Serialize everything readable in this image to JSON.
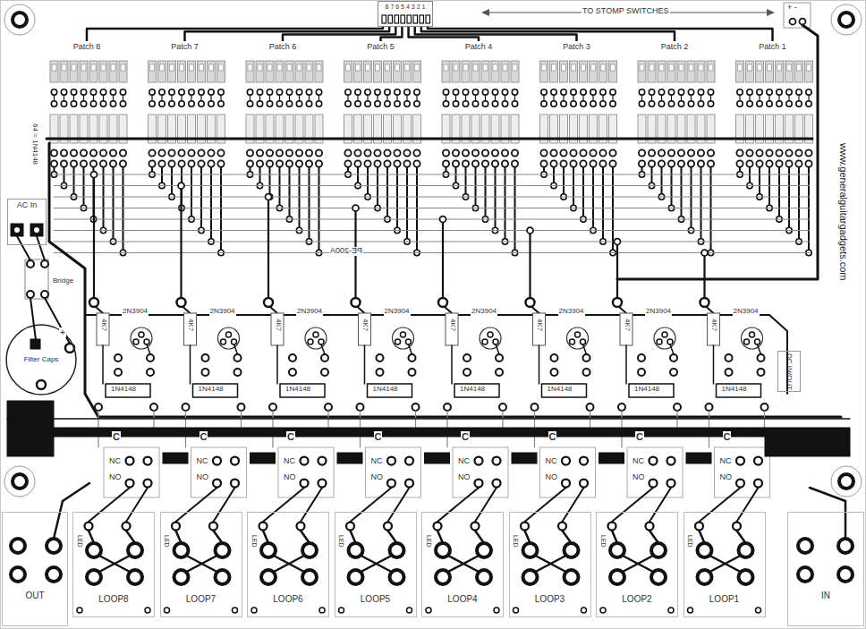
{
  "diagram": {
    "nodes": [
      {
        "text": [
          "8 7 6 5 4 3 2 1"
        ]
      },
      {
        "text": [
          "Patch 8"
        ]
      },
      {
        "text": [
          "Patch 7"
        ]
      },
      {
        "text": [
          "Patch 6"
        ]
      },
      {
        "text": [
          "Patch 5"
        ]
      },
      {
        "text": [
          "Patch 4"
        ]
      },
      {
        "text": [
          "Patch 3"
        ]
      },
      {
        "text": [
          "Patch 2"
        ]
      },
      {
        "text": [
          "Patch 1"
        ]
      },
      {
        "text": [
          "AC In"
        ]
      },
      {
        "text": [
          "Filter Caps"
        ]
      },
      {
        "text": [
          "DC IN/OUT"
        ]
      },
      {
        "text": [
          "OUT"
        ]
      },
      {
        "text": [
          "LOOP8"
        ]
      },
      {
        "text": [
          "LOOP7"
        ]
      },
      {
        "text": [
          "LOOP6"
        ]
      },
      {
        "text": [
          "LOOP5"
        ]
      },
      {
        "text": [
          "LOOP4"
        ]
      },
      {
        "text": [
          "LOOP3"
        ]
      },
      {
        "text": [
          "LOOP2"
        ]
      },
      {
        "text": [
          "LOOP1"
        ]
      },
      {
        "text": [
          "IN"
        ]
      }
    ],
    "edges": [
      {
        "from": 0,
        "to": 1,
        "arrow": "none"
      },
      {
        "from": 0,
        "to": 2,
        "arrow": "none"
      },
      {
        "from": 0,
        "to": 3,
        "arrow": "none"
      },
      {
        "from": 0,
        "to": 4,
        "arrow": "none"
      },
      {
        "from": 0,
        "to": 5,
        "arrow": "none"
      },
      {
        "from": 0,
        "to": 6,
        "arrow": "none"
      },
      {
        "from": 0,
        "to": 7,
        "arrow": "none"
      },
      {
        "from": 0,
        "to": 8,
        "arrow": "none"
      }
    ],
    "labels": [
      "TO STOMP SWITCHES",
      "+ -",
      "64 = 1N4148",
      "www.generalguitargadgets.com",
      "Bridge",
      "+",
      "PE-200A",
      "2N3904",
      "4K7",
      "1N4148",
      "C",
      "NC",
      "NO",
      "LED",
      "2N3904",
      "4K7",
      "1N4148",
      "C",
      "NC",
      "NO",
      "LED",
      "2N3904",
      "4K7",
      "1N4148",
      "C",
      "NC",
      "NO",
      "LED",
      "2N3904",
      "4K7",
      "1N4148",
      "C",
      "NC",
      "NO",
      "LED",
      "2N3904",
      "4K7",
      "1N4148",
      "C",
      "NC",
      "NO",
      "LED",
      "2N3904",
      "4K7",
      "1N4148",
      "C",
      "NC",
      "NO",
      "LED",
      "2N3904",
      "4K7",
      "1N4148",
      "C",
      "NC",
      "NO",
      "LED",
      "2N3904",
      "4K7",
      "1N4148",
      "C",
      "NC",
      "NO",
      "LED"
    ]
  }
}
